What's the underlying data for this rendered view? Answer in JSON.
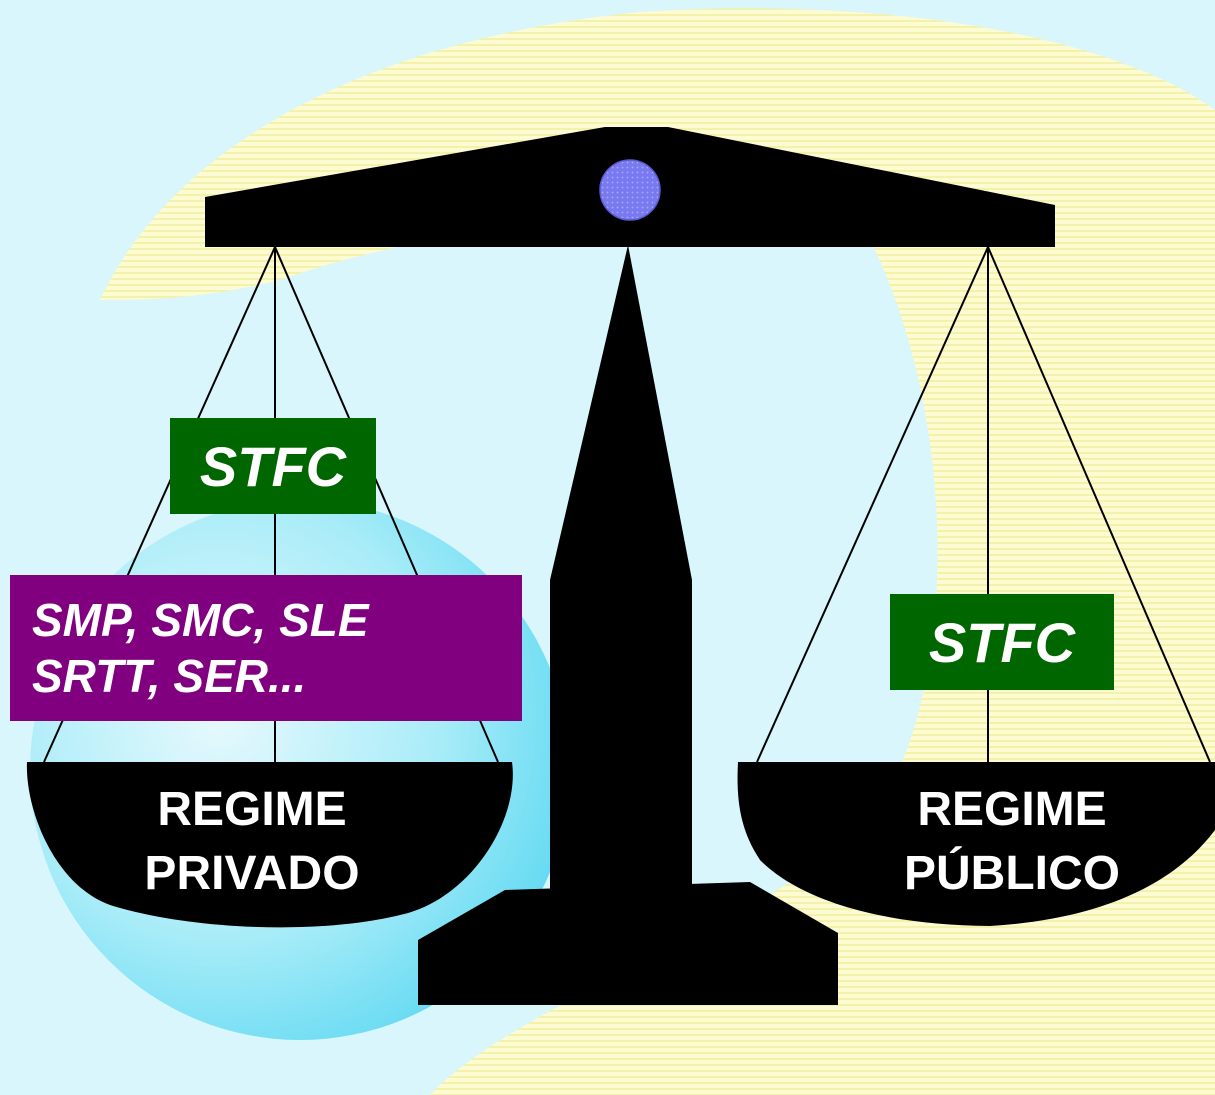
{
  "colors": {
    "background": "#d8f6fb",
    "yellow_shape": "#fbf9c3",
    "blue_circle": "#63dcf4",
    "scale": "#000000",
    "pivot": "#7a7af0",
    "stfc_box": "#006600",
    "purple_box": "#800080",
    "text": "#ffffff"
  },
  "left_pan": {
    "stfc": "STFC",
    "services_line1": "SMP, SMC, SLE",
    "services_line2": "SRTT, SER...",
    "label_line1": "REGIME",
    "label_line2": "PRIVADO"
  },
  "right_pan": {
    "stfc": "STFC",
    "label_line1": "REGIME",
    "label_line2": "PÚBLICO"
  },
  "icons": {
    "pivot": "pivot-circle-icon",
    "scale": "balance-scale-icon"
  }
}
